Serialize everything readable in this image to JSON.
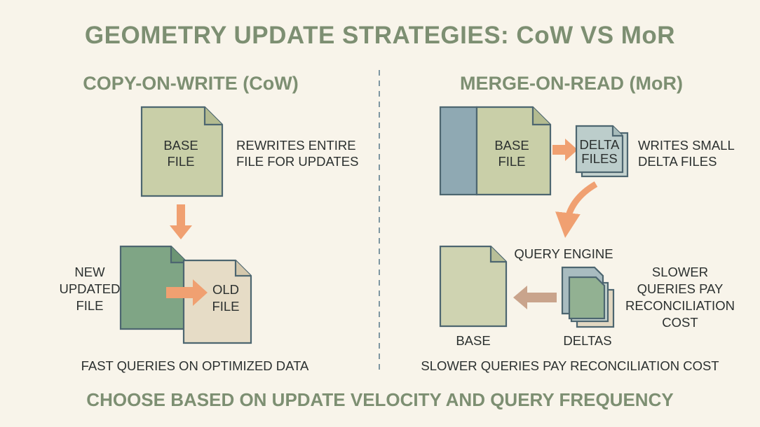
{
  "title": "GEOMETRY UPDATE STRATEGIES: CoW VS MoR",
  "cow": {
    "heading": "COPY-ON-WRITE (CoW)",
    "base_file": [
      "BASE",
      "FILE"
    ],
    "rewrite_note": [
      "REWRITES ENTIRE",
      "FILE FOR UPDATES"
    ],
    "new_file_label": [
      "NEW",
      "UPDATED",
      "FILE"
    ],
    "old_file": [
      "OLD",
      "FILE"
    ],
    "caption": "FAST QUERIES ON OPTIMIZED DATA"
  },
  "mor": {
    "heading": "MERGE-ON-READ (MoR)",
    "base_file": [
      "BASE",
      "FILE"
    ],
    "delta_files": [
      "DELTA",
      "FILES"
    ],
    "write_note": [
      "WRITES SMALL",
      "DELTA FILES"
    ],
    "query_engine": "QUERY ENGINE",
    "base_label": "BASE",
    "deltas_label": "DELTAS",
    "cost_note": [
      "SLOWER",
      "QUERIES PAY",
      "RECONCILIATION",
      "COST"
    ],
    "caption": "SLOWER QUERIES PAY RECONCILIATION COST"
  },
  "footer": "CHOOSE BASED ON UPDATE VELOCITY AND QUERY FREQUENCY",
  "colors": {
    "background": "#f8f4ea",
    "accent_text": "#7d8f72",
    "arrow": "#f0a071",
    "base_file": "#c9cfa8",
    "new_file": "#7fa585",
    "old_file": "#e6dcc6",
    "blue_strip": "#8fa9b3"
  }
}
